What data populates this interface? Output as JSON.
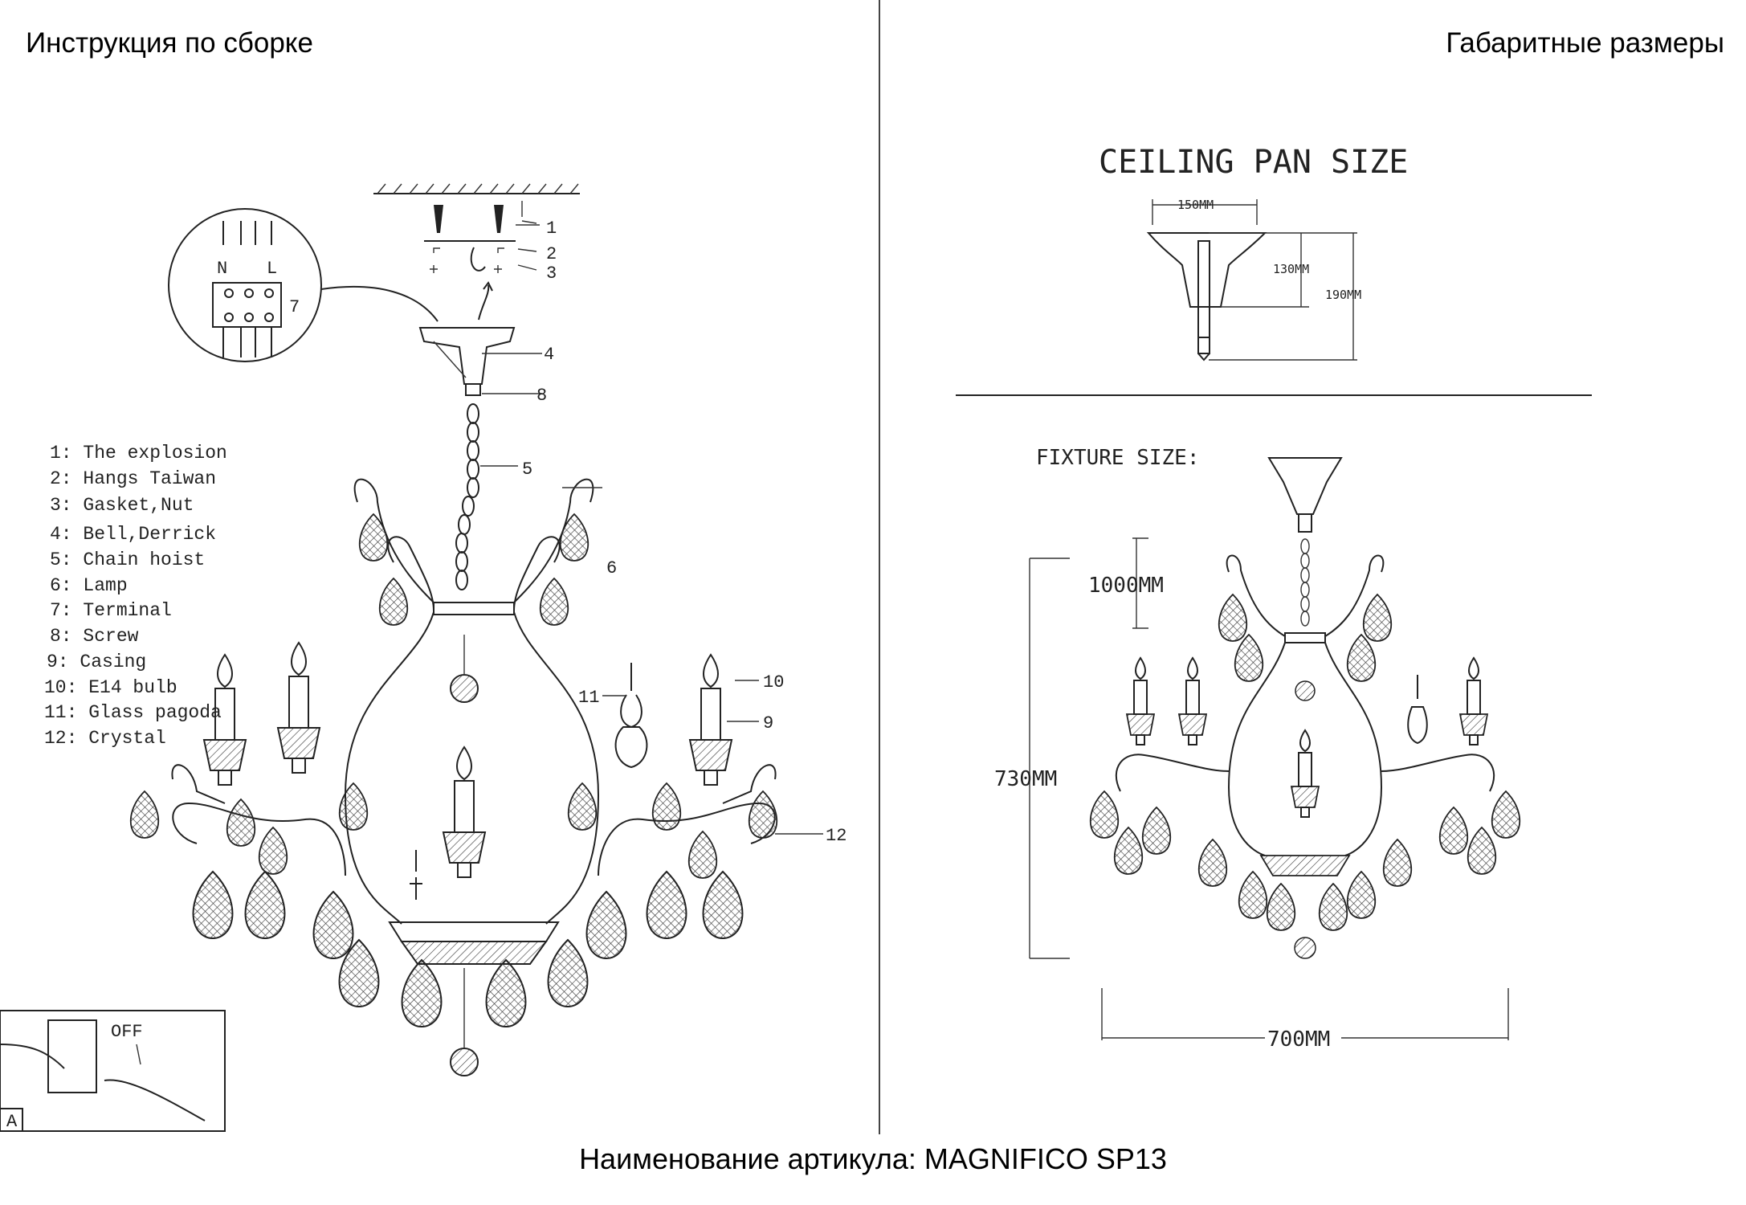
{
  "header": {
    "left_title": "Инструкция по сборке",
    "right_title": "Габаритные размеры"
  },
  "footer": {
    "article": "Наименование артикула: MAGNIFICO SP13"
  },
  "assembly": {
    "callouts": [
      "1",
      "2",
      "3",
      "4",
      "5",
      "6",
      "7",
      "8",
      "9",
      "10",
      "11",
      "12"
    ],
    "legend": [
      "1: The explosion",
      "2: Hangs Taiwan",
      "3: Gasket,Nut",
      "4: Bell,Derrick",
      "5: Chain hoist",
      "6: Lamp",
      "7: Terminal",
      "8: Screw",
      "9: Casing",
      "10: E14 bulb",
      "11: Glass pagoda",
      "12: Crystal"
    ],
    "terminal_labels": [
      "N",
      "L"
    ],
    "switch_label": "OFF",
    "corner_label": "A"
  },
  "dimensions": {
    "ceiling_title": "CEILING PAN SIZE",
    "pan_width": "150MM",
    "pan_height_inner": "130MM",
    "pan_height_outer": "190MM",
    "fixture_title": "FIXTURE SIZE:",
    "chain_length": "1000MM",
    "total_height": "730MM",
    "total_width": "700MM"
  }
}
